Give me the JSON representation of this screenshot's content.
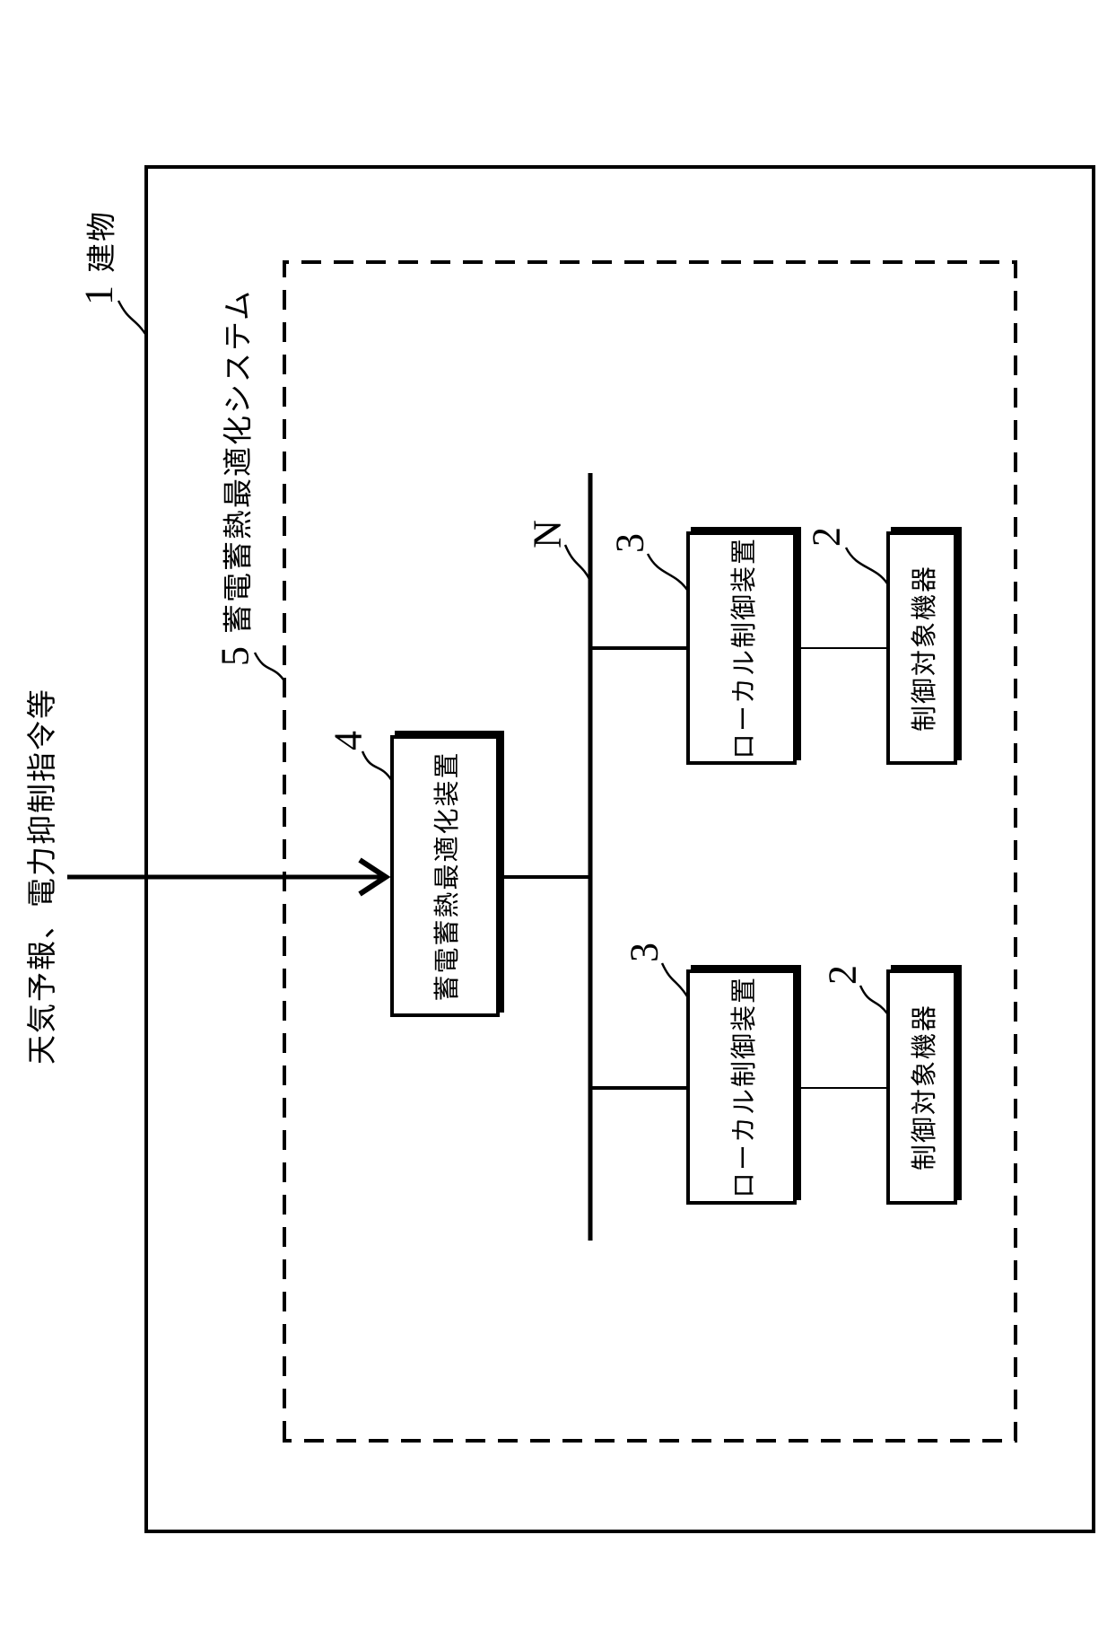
{
  "figure": {
    "background": "#ffffff",
    "ink": "#000000",
    "input_annotation": "天気予報、電力抑制指令等",
    "building": {
      "ref": "1",
      "label": "建物"
    },
    "system": {
      "ref": "5",
      "label": "蓄電蓄熱最適化システム"
    },
    "optimizer": {
      "ref": "4",
      "label": "蓄電蓄熱最適化装置"
    },
    "network": {
      "ref": "N"
    },
    "local_controllers": [
      {
        "ref": "3",
        "label": "ローカル制御装置"
      },
      {
        "ref": "3",
        "label": "ローカル制御装置"
      }
    ],
    "target_devices": [
      {
        "ref": "2",
        "label": "制御対象機器"
      },
      {
        "ref": "2",
        "label": "制御対象機器"
      }
    ]
  }
}
